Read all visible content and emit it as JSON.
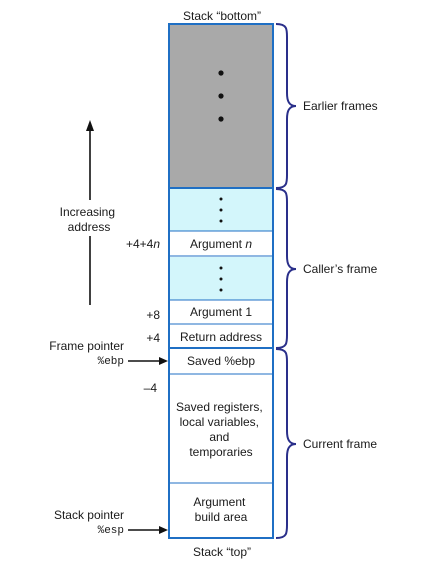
{
  "top_label": "Stack “bottom”",
  "bottom_label": "Stack “top”",
  "cells": {
    "argument_n": {
      "prefix": "Argument ",
      "italic": "n"
    },
    "argument_1": "Argument 1",
    "return_address": "Return address",
    "saved_ebp": "Saved %ebp",
    "saved_registers": [
      "Saved registers,",
      "local variables,",
      "and",
      "temporaries"
    ],
    "argument_build": [
      "Argument",
      "build area"
    ]
  },
  "offsets": {
    "argument_n": {
      "prefix": "+4+4",
      "italic": "n"
    },
    "argument_1": "+8",
    "return_address": "+4",
    "saved_registers": "–4"
  },
  "left_labels": {
    "increasing_address": [
      "Increasing",
      "address"
    ],
    "frame_pointer": "Frame pointer",
    "frame_pointer_reg": "%ebp",
    "stack_pointer": "Stack pointer",
    "stack_pointer_reg": "%esp"
  },
  "frames": {
    "earlier": "Earlier frames",
    "caller": "Caller’s frame",
    "current": "Current frame"
  },
  "colors": {
    "border": "#1f6fc4",
    "earlier_fill": "#a9a9a9",
    "caller_fill": "#d3f6fb",
    "brace": "#2a2f8a"
  }
}
